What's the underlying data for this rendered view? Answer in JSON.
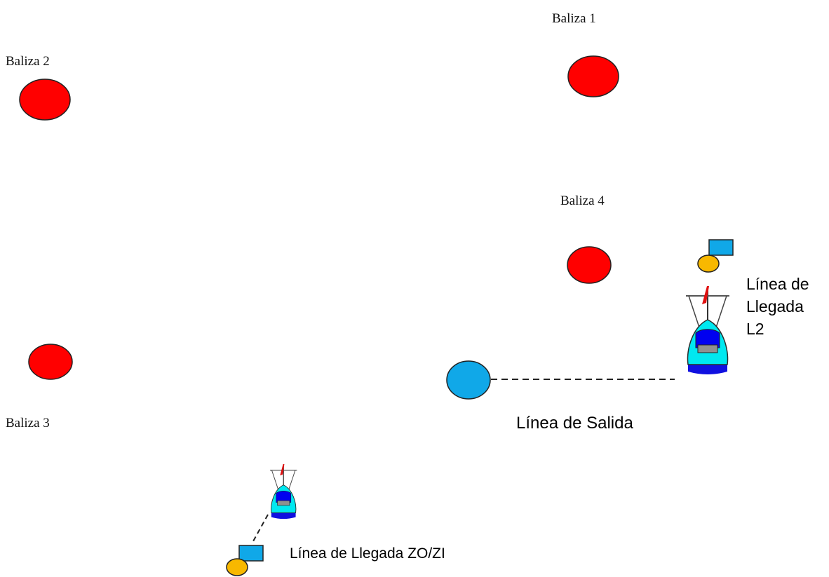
{
  "marks": {
    "mark1_label": "Baliza 1",
    "mark2_label": "Baliza 2",
    "mark3_label": "Baliza 3",
    "mark4_label": "Baliza 4"
  },
  "lines": {
    "start_line_label": "Línea de Salida",
    "finish_l2_line1": "Línea de",
    "finish_l2_line2": "Llegada",
    "finish_l2_line3": "L2",
    "finish_zo_label": "Línea de Llegada ZO/ZI"
  },
  "colors": {
    "mark_red": "#ff0000",
    "start_buoy_blue": "#10a8e8",
    "flag_blue": "#10a8e8",
    "flag_buoy_orange": "#f8b800",
    "boat_hull_cyan": "#00e8f0",
    "boat_deck_blue": "#0000f0",
    "boat_keel_blue": "#1010e0",
    "pennant_red": "#e01010"
  },
  "icons": [
    "mark-buoy",
    "start-buoy",
    "flag-buoy",
    "committee-boat"
  ]
}
